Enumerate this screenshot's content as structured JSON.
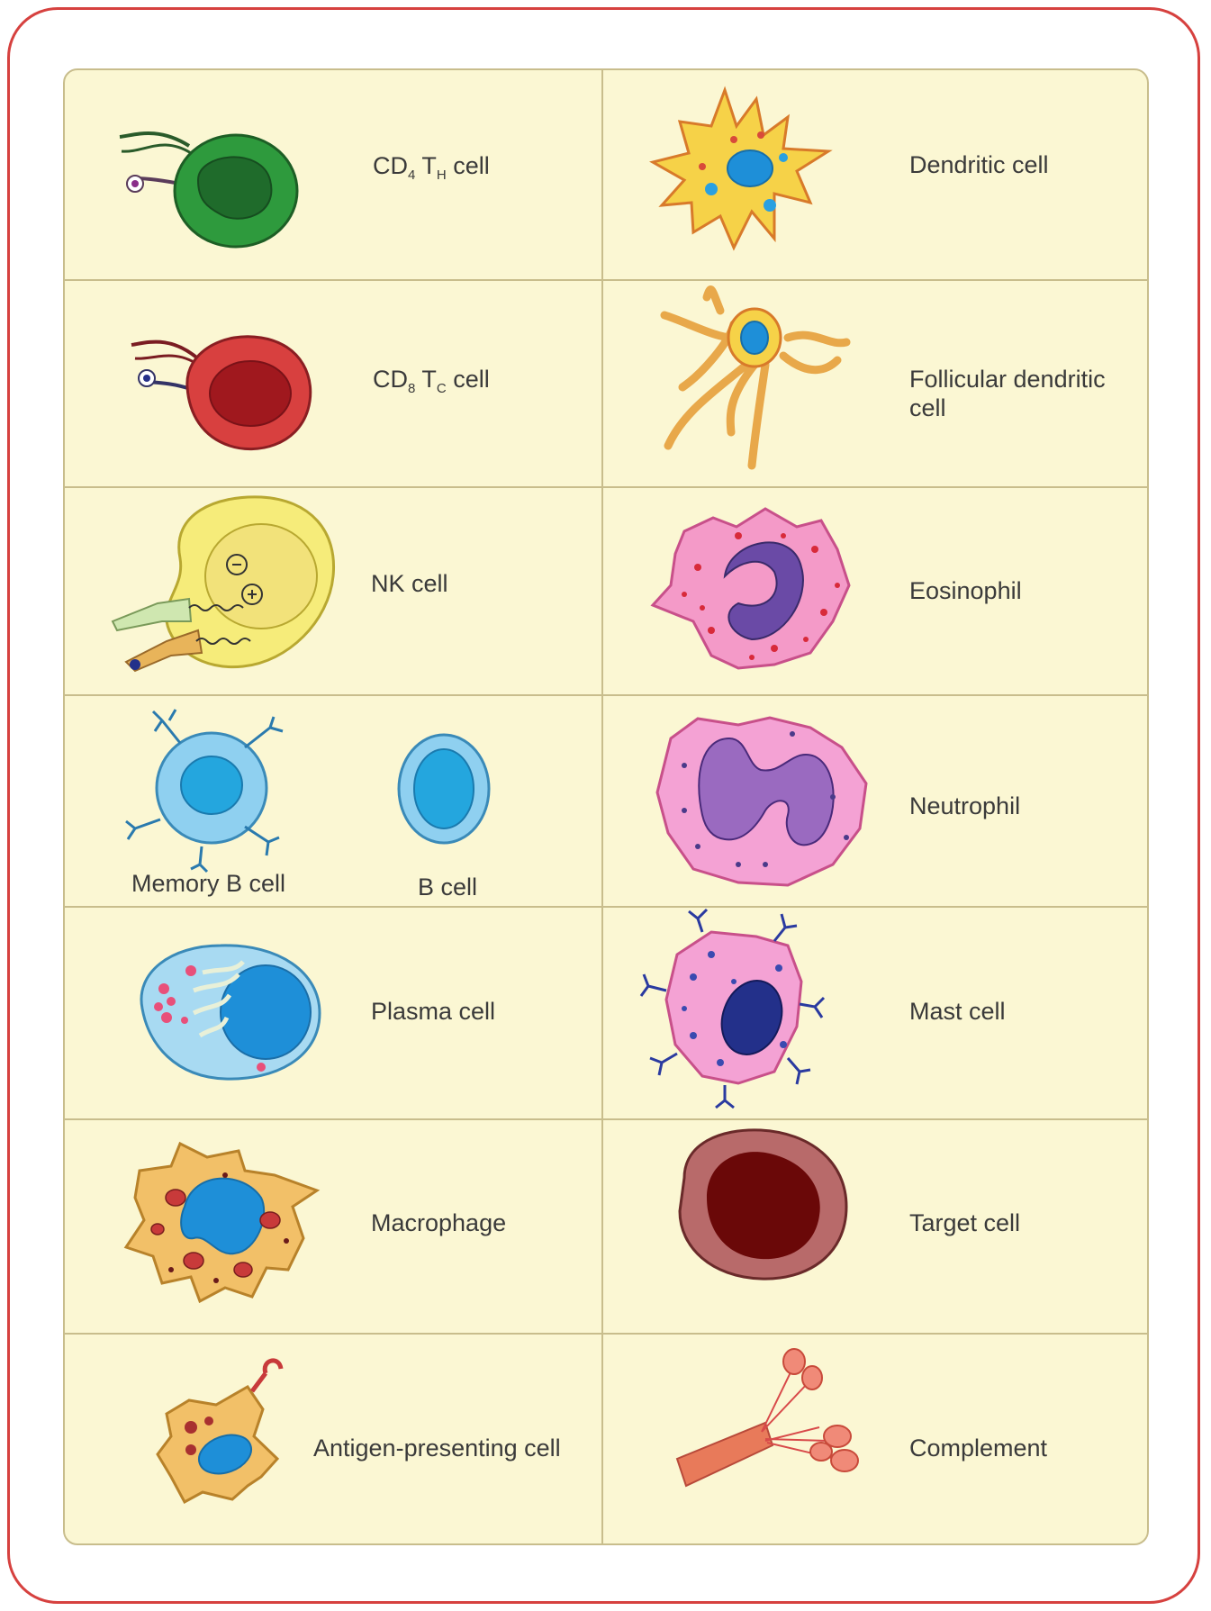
{
  "cells": {
    "cd4": {
      "main": "CD",
      "sub1": "4",
      "t": " T",
      "sub2": "H",
      "rest": " cell"
    },
    "cd8": {
      "main": "CD",
      "sub1": "8",
      "t": " T",
      "sub2": "C",
      "rest": " cell"
    },
    "nk": "NK cell",
    "memory_b": "Memory B cell",
    "b_cell": "B cell",
    "plasma": "Plasma cell",
    "macrophage": "Macrophage",
    "apc": "Antigen-presenting cell",
    "dendritic": "Dendritic cell",
    "follicular_line1": "Follicular dendritic",
    "follicular_line2": "cell",
    "eosinophil": "Eosinophil",
    "neutrophil": "Neutrophil",
    "mast": "Mast cell",
    "target": "Target cell",
    "complement": "Complement"
  },
  "colors": {
    "frame_border": "#d6413f",
    "panel_bg": "#fbf7d3",
    "grid_line": "#c8bd8c"
  }
}
